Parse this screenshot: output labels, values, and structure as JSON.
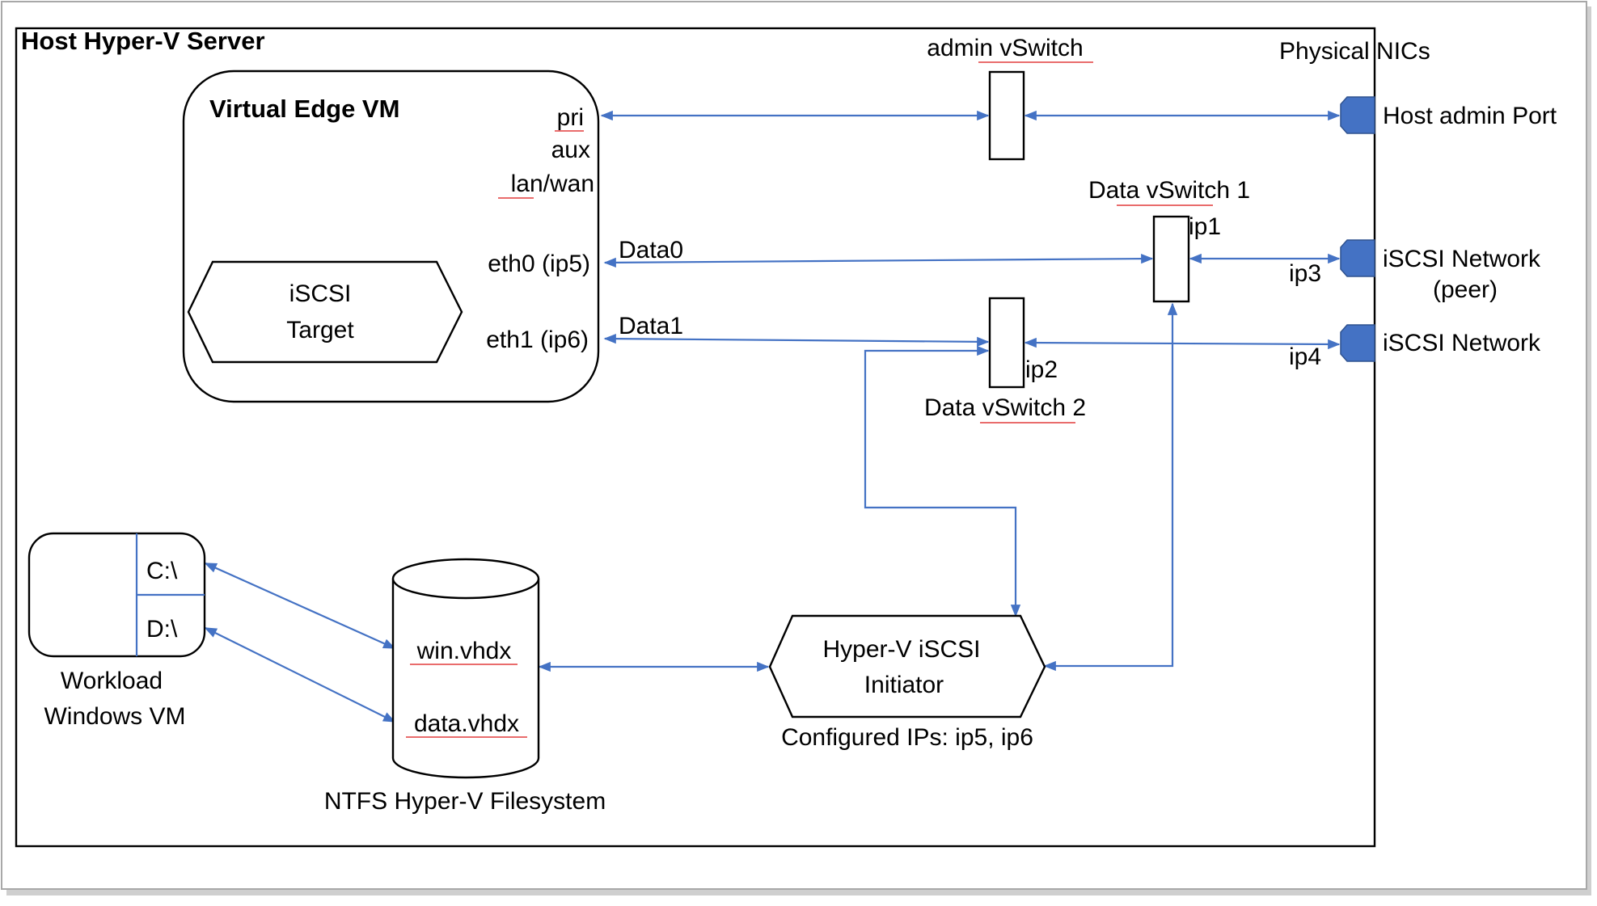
{
  "host": {
    "title": "Host Hyper-V Server"
  },
  "edge_vm": {
    "title": "Virtual Edge VM",
    "ports": [
      "pri",
      "aux",
      "lan/wan",
      "eth0 (ip5)",
      "eth1 (ip6)"
    ],
    "target": [
      "iSCSI",
      "Target"
    ]
  },
  "switches": {
    "admin": "admin vSwitch",
    "data1": "Data vSwitch 1",
    "data2": "Data vSwitch 2"
  },
  "nics": {
    "heading": "Physical NICs",
    "admin_port": "Host admin Port",
    "iscsi_peer": [
      "iSCSI Network",
      "(peer)"
    ],
    "iscsi": "iSCSI Network"
  },
  "links": {
    "data0": "Data0",
    "data1": "Data1",
    "ip1": "ip1",
    "ip2": "ip2",
    "ip3": "ip3",
    "ip4": "ip4"
  },
  "workload_vm": {
    "drive_c": "C:\\",
    "drive_d": "D:\\",
    "label": [
      "Workload",
      "Windows VM"
    ]
  },
  "filesystem": {
    "file1": "win.vhdx",
    "file2": "data.vhdx",
    "label": "NTFS Hyper-V Filesystem"
  },
  "initiator": {
    "label": [
      "Hyper-V iSCSI",
      "Initiator"
    ],
    "configured": "Configured IPs: ip5, ip6"
  },
  "colors": {
    "connector": "#4472c4",
    "nic": "#4472c4",
    "spellcheck": "#e23b3b"
  }
}
